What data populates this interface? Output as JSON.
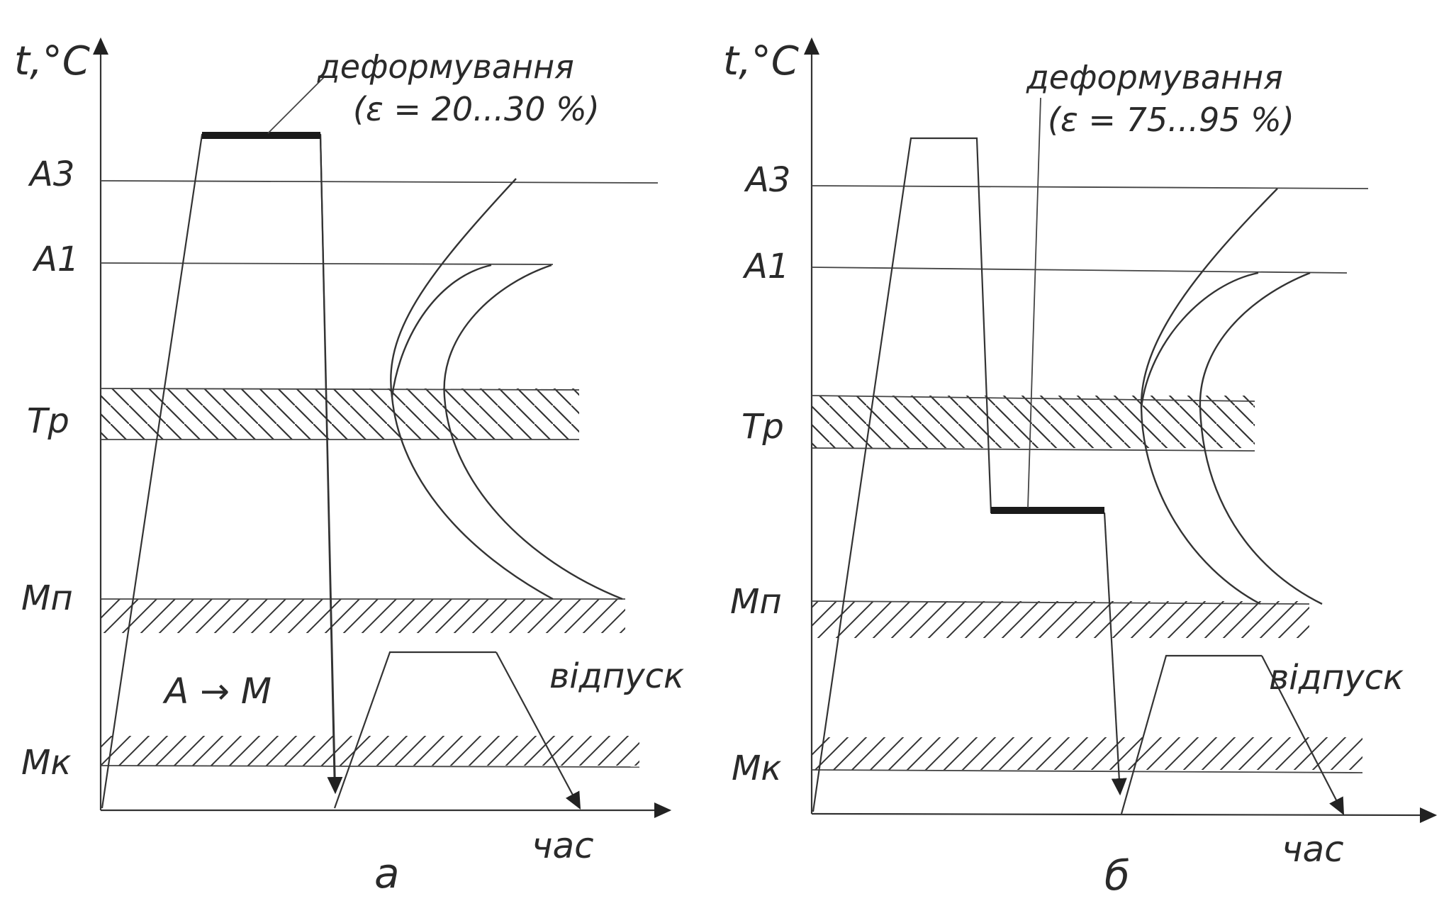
{
  "diagram_a": {
    "y_axis_label": "t,°C",
    "x_axis_label": "час",
    "panel_label": "а",
    "levels": {
      "a3": "A3",
      "a1": "A1",
      "tp": "Tp",
      "mn": "Mп",
      "mk": "Mк"
    },
    "deformation_label": "деформування",
    "deformation_range": "(ε = 20...30 %)",
    "transformation_label": "A → M",
    "tempering_label": "відпуск"
  },
  "diagram_b": {
    "y_axis_label": "t,°C",
    "x_axis_label": "час",
    "panel_label": "б",
    "levels": {
      "a3": "A3",
      "a1": "A1",
      "tp": "Tp",
      "mn": "Mп",
      "mk": "Mк"
    },
    "deformation_label": "деформування",
    "deformation_range": "(ε = 75...95 %)",
    "tempering_label": "відпуск"
  }
}
